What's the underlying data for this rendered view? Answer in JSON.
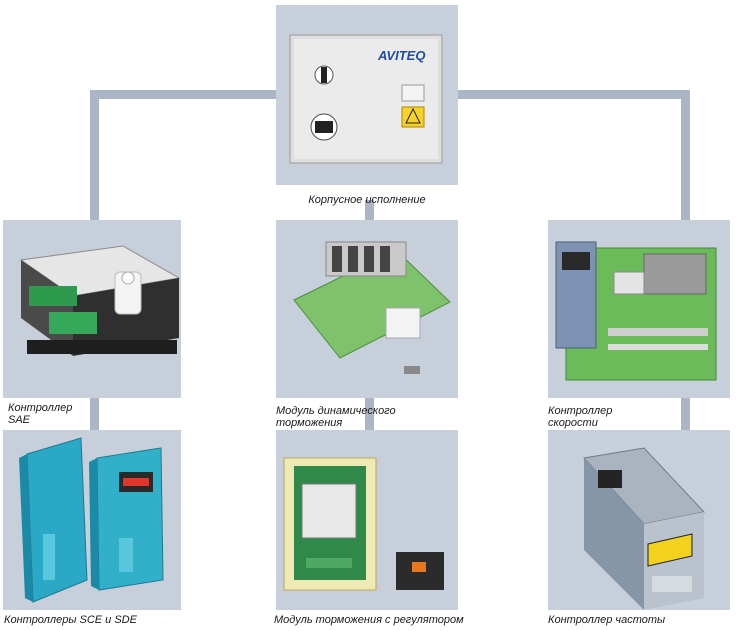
{
  "brand": {
    "logo_text": "AVITEQ",
    "accent_color": "#e2231a",
    "logo_blue": "#1f4e9e"
  },
  "tile_color": "#c7cfdb",
  "connector_color": "#aab6c6",
  "products": [
    {
      "id": "enclosure",
      "caption_lines": [
        "Корпусное исполнение"
      ]
    },
    {
      "id": "sae",
      "caption_lines": [
        "Контроллер",
        "SAE"
      ]
    },
    {
      "id": "dynamic-brake",
      "caption_lines": [
        "Модуль динамического",
        "торможения"
      ]
    },
    {
      "id": "speed",
      "caption_lines": [
        "Контроллер",
        "скорости"
      ]
    },
    {
      "id": "sce-sde",
      "caption_lines": [
        "Контроллеры SCE и SDE"
      ]
    },
    {
      "id": "brake-regulator",
      "caption_lines": [
        "Модуль торможения с регулятором"
      ]
    },
    {
      "id": "frequency",
      "caption_lines": [
        "Контроллер частоты"
      ]
    }
  ]
}
